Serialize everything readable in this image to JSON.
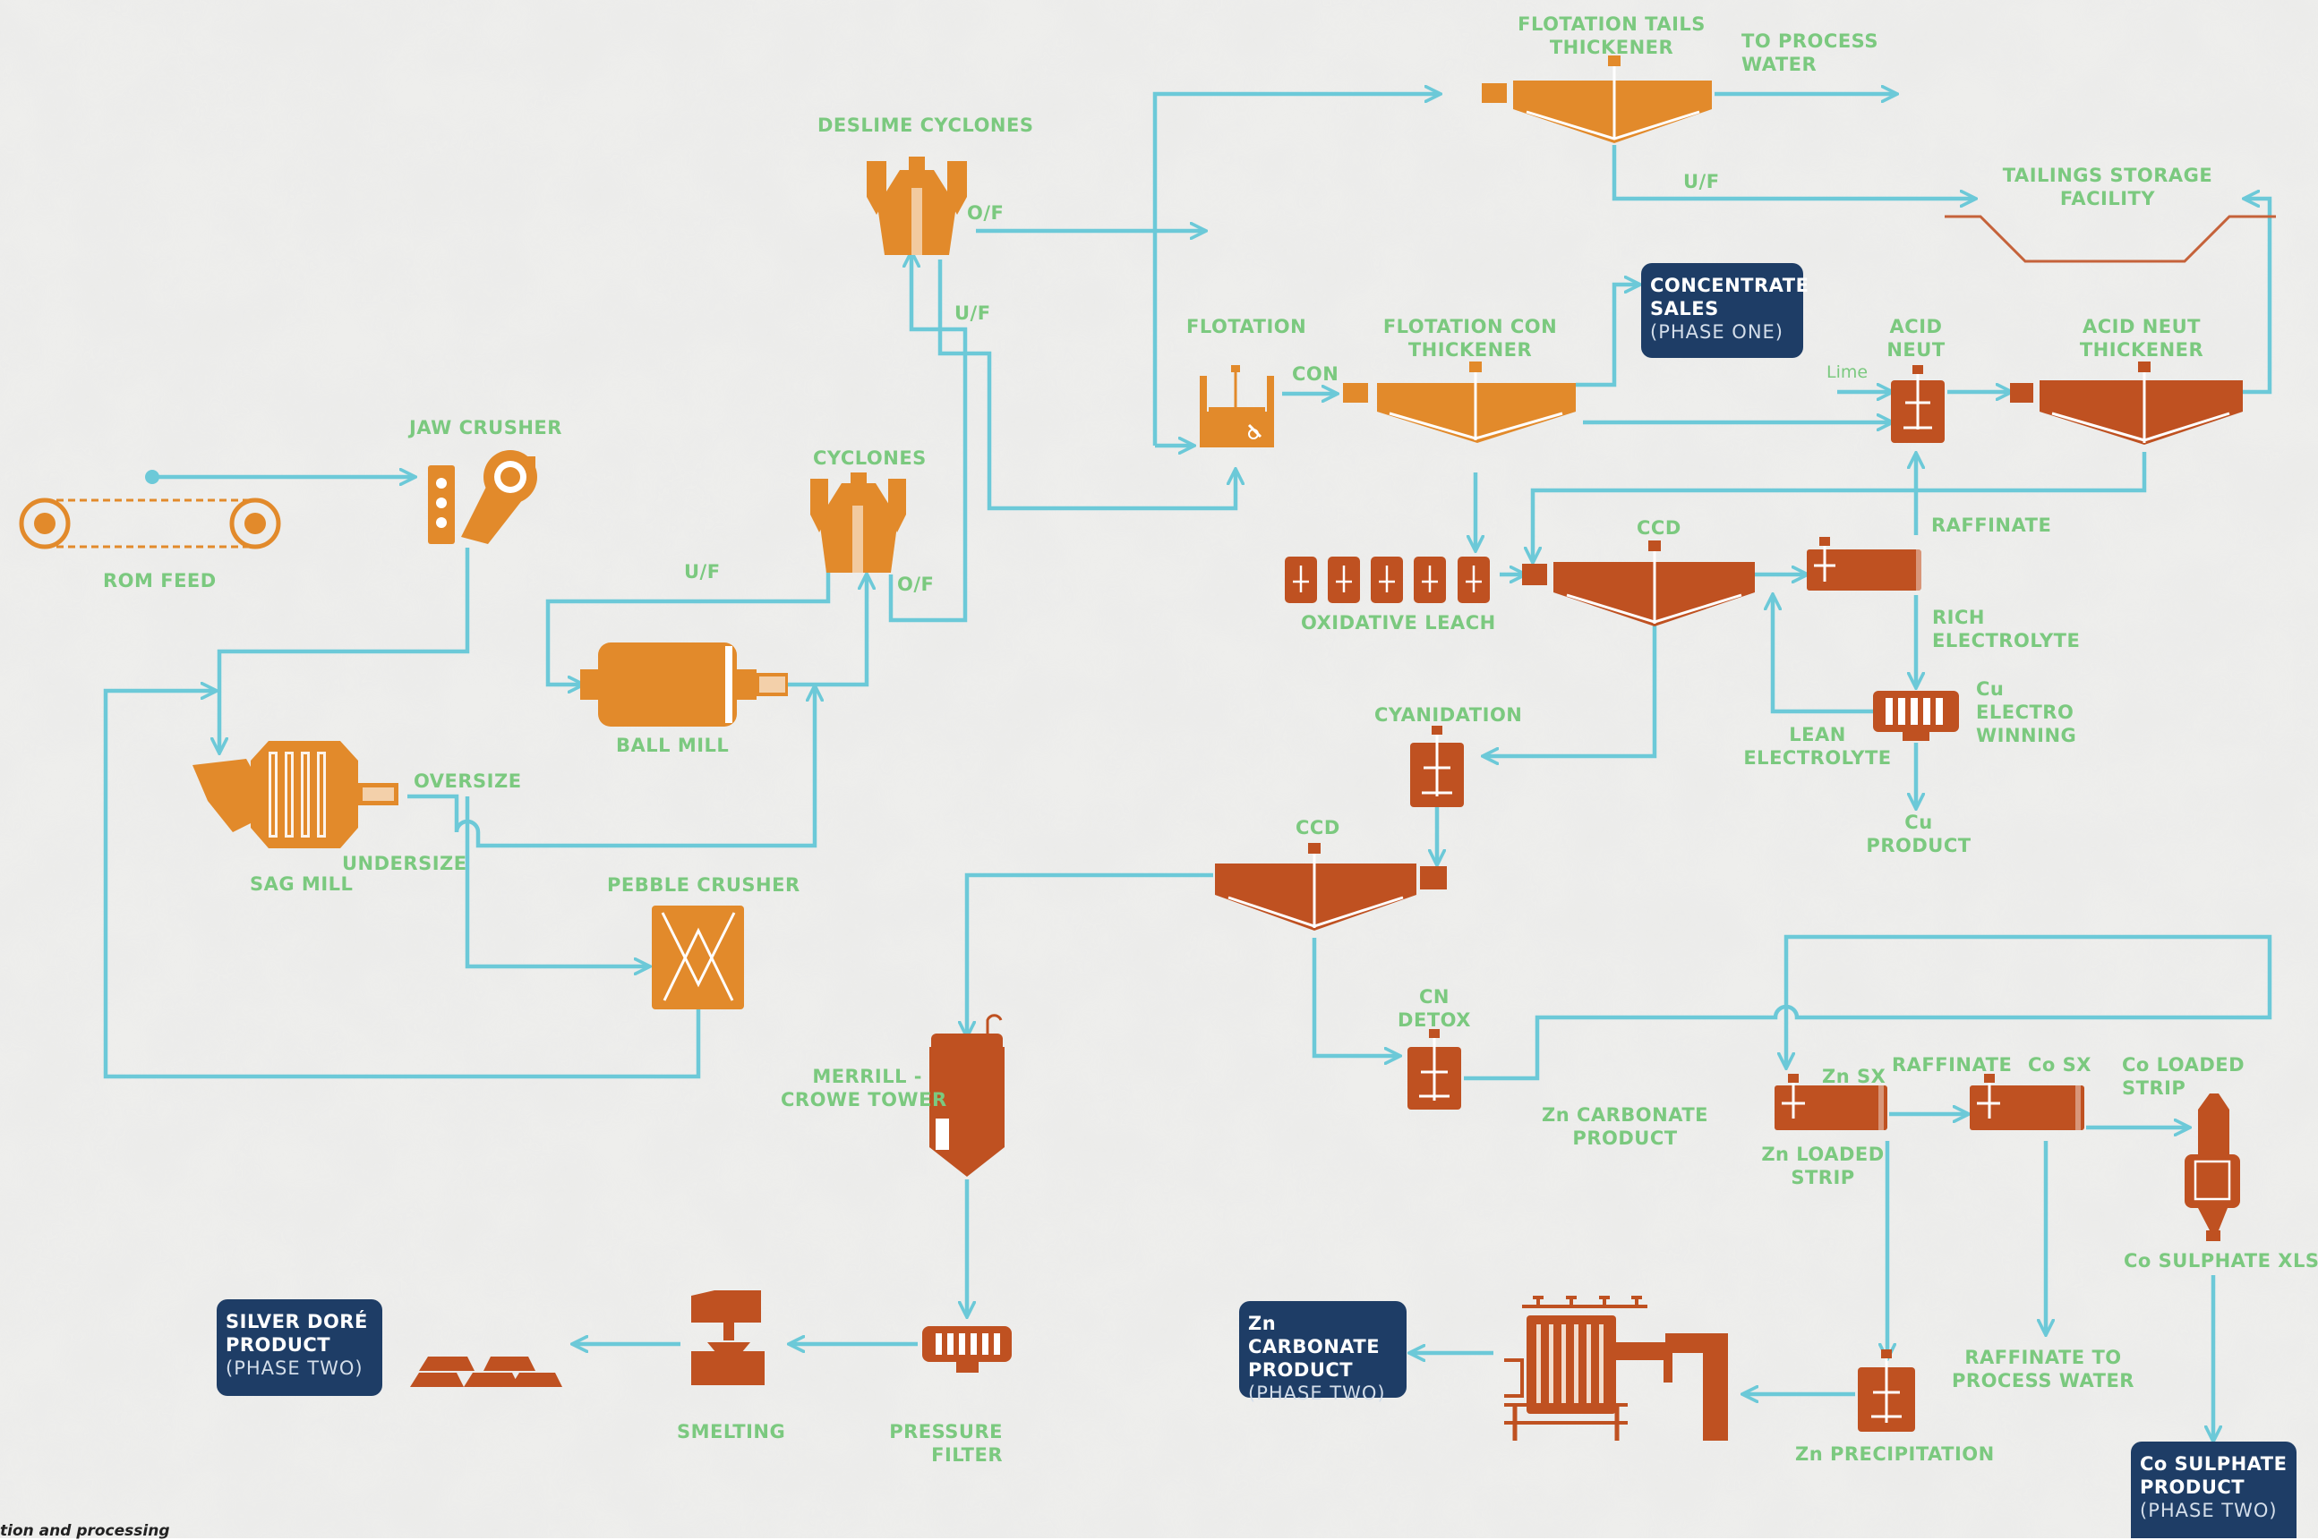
{
  "colors": {
    "flow_line": "#6cc9d8",
    "process_orange": "#e28a2b",
    "process_rust": "#bf5121",
    "label_green": "#7bc97f",
    "product_box": "#1e3d66"
  },
  "labels": {
    "rom_feed": "ROM FEED",
    "jaw_crusher": "JAW CRUSHER",
    "sag_mill": "SAG MILL",
    "oversize": "OVERSIZE",
    "undersize": "UNDERSIZE",
    "pebble_crusher": "PEBBLE CRUSHER",
    "ball_mill": "BALL MILL",
    "uf_cyclones": "U/F",
    "cyclones": "CYCLONES",
    "of_cyclones": "O/F",
    "deslime_cyclones": "DESLIME CYCLONES",
    "of_deslime": "O/F",
    "uf_deslime": "U/F",
    "flotation": "FLOTATION",
    "con": "CON",
    "flotation_con_thickener": [
      "FLOTATION CON",
      "THICKENER"
    ],
    "flotation_tails_thickener": [
      "FLOTATION TAILS",
      "THICKENER"
    ],
    "to_process_water": [
      "TO PROCESS",
      "WATER"
    ],
    "uf_tails": "U/F",
    "tailings_storage_facility": [
      "TAILINGS STORAGE",
      "FACILITY"
    ],
    "lime": "Lime",
    "acid_neut": [
      "ACID",
      "NEUT"
    ],
    "acid_neut_thickener": [
      "ACID NEUT",
      "THICKENER"
    ],
    "ccd_top": "CCD",
    "oxidative_leach": "OXIDATIVE LEACH",
    "raffinate": "RAFFINATE",
    "rich_electrolyte": [
      "RICH",
      "ELECTROLYTE"
    ],
    "lean_electrolyte": [
      "LEAN",
      "ELECTROLYTE"
    ],
    "cu_electrowinning": [
      "Cu",
      "ELECTRO",
      "WINNING"
    ],
    "cu_product": [
      "Cu",
      "PRODUCT"
    ],
    "cyanidation": "CYANIDATION",
    "ccd_bottom": "CCD",
    "cn_detox": [
      "CN",
      "DETOX"
    ],
    "merrill_crowe_tower": [
      "MERRILL -",
      "CROWE TOWER"
    ],
    "pressure_filter": [
      "PRESSURE",
      "FILTER"
    ],
    "smelting": "SMELTING",
    "zn_carbonate_product_label": [
      "Zn CARBONATE",
      "PRODUCT"
    ],
    "zn_sx": "Zn SX",
    "raffinate_sx": "RAFFINATE",
    "co_sx": "Co SX",
    "co_loaded_strip": [
      "Co LOADED",
      "STRIP"
    ],
    "zn_loaded_strip": [
      "Zn LOADED",
      "STRIP"
    ],
    "co_sulphate_xls": "Co SULPHATE XLS",
    "raffinate_to_process_water": [
      "RAFFINATE TO",
      "PROCESS WATER"
    ],
    "zn_precipitation": "Zn PRECIPITATION"
  },
  "products": {
    "concentrate_sales": {
      "title": [
        "CONCENTRATE",
        "SALES"
      ],
      "phase": "(PHASE ONE)"
    },
    "silver_dore": {
      "title": [
        "SILVER DORÉ",
        "PRODUCT"
      ],
      "phase": "(PHASE TWO)"
    },
    "zn_carbonate": {
      "title": [
        "Zn CARBONATE",
        "PRODUCT"
      ],
      "phase": "(PHASE TWO)"
    },
    "co_sulphate": {
      "title": [
        "Co SULPHATE",
        "PRODUCT"
      ],
      "phase": "(PHASE TWO)"
    }
  },
  "footnote": "tion and processing"
}
